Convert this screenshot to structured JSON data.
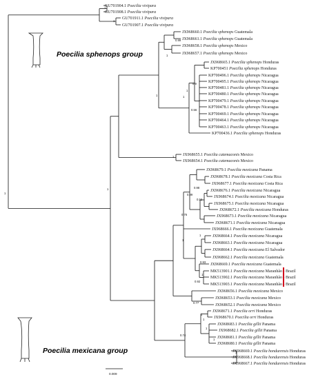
{
  "figure": {
    "group_labels": {
      "sphenops": "Poecilia sphenops group",
      "mexicana": "Poecilia mexicana group"
    },
    "scale_bar_label": "0.009",
    "highlight_color": "#d0021b",
    "line_color": "#111111"
  },
  "taxa": [
    {
      "acc": "GU701904.1",
      "species": "Poecilia vivipara",
      "loc": ""
    },
    {
      "acc": "GU701908.1",
      "species": "Poecilia vivipara",
      "loc": ""
    },
    {
      "acc": "GU701911.1",
      "species": "Poecilia vivipara",
      "loc": ""
    },
    {
      "acc": "GU701907.1",
      "species": "Poecilia vivipara",
      "loc": ""
    },
    {
      "acc": "JX968660.1",
      "species": "Poecilia sphenops",
      "loc": "Guatemala"
    },
    {
      "acc": "JX968661.1",
      "species": "Poecilia sphenops",
      "loc": "Guatemala"
    },
    {
      "acc": "JX968658.1",
      "species": "Poecilia sphenops",
      "loc": "Mexico"
    },
    {
      "acc": "JX968657.1",
      "species": "Poecilia sphenops",
      "loc": "Mexico"
    },
    {
      "acc": "JX968665.1",
      "species": "Poecilia sphenops",
      "loc": "Honduras"
    },
    {
      "acc": "KP700451",
      "species": "Poecilia sphenops",
      "loc": "Honduras"
    },
    {
      "acc": "KP700496.1",
      "species": "Poecilia sphenops",
      "loc": "Nicaragua"
    },
    {
      "acc": "KP700495.1",
      "species": "Poecilia sphenops",
      "loc": "Nicaragua"
    },
    {
      "acc": "KP700481.1",
      "species": "Poecilia sphenops",
      "loc": "Nicaragua"
    },
    {
      "acc": "KP700480.1",
      "species": "Poecilia sphenops",
      "loc": "Nicaragua"
    },
    {
      "acc": "KP700479.1",
      "species": "Poecilia sphenops",
      "loc": "Nicaragua"
    },
    {
      "acc": "KP700478.1",
      "species": "Poecilia sphenops",
      "loc": "Nicaragua"
    },
    {
      "acc": "KP700469.1",
      "species": "Poecilia sphenops",
      "loc": "Nicaragua"
    },
    {
      "acc": "KP700464.1",
      "species": "Poecilia sphenops",
      "loc": "Nicaragua"
    },
    {
      "acc": "KP700463.1",
      "species": "Poecilia sphenops",
      "loc": "Nicaragua"
    },
    {
      "acc": "KP700436.1",
      "species": "Poecilia sphenops",
      "loc": "Honduras"
    },
    {
      "acc": "JX968655.1",
      "species": "Poecilia catemaconis",
      "loc": "Mexico"
    },
    {
      "acc": "JX968654.1",
      "species": "Poecilia catemaconis",
      "loc": "Mexico"
    },
    {
      "acc": "JX968679.1",
      "species": "Poecilia mexicana",
      "loc": "Panama"
    },
    {
      "acc": "JX968678.1",
      "species": "Poecilia mexicana",
      "loc": "Costa Rica"
    },
    {
      "acc": "JX968677.1",
      "species": "Poecilia mexicana",
      "loc": "Costa Rica"
    },
    {
      "acc": "JX968676.1",
      "species": "Poecilia mexicana",
      "loc": "Nicaragua"
    },
    {
      "acc": "JX968674.1",
      "species": "Poecilia mexicana",
      "loc": "Nicaragua"
    },
    {
      "acc": "JX968675.1",
      "species": "Poecilia mexicana",
      "loc": "Nicaragua"
    },
    {
      "acc": "JX968672.1",
      "species": "Poecilia mexicana",
      "loc": "Honduras"
    },
    {
      "acc": "JX968673.1",
      "species": "Poecilia mexicana",
      "loc": "Nicaragua"
    },
    {
      "acc": "JX968671.1",
      "species": "Poecilia mexicana",
      "loc": "Nicaragua"
    },
    {
      "acc": "JX968666.1",
      "species": "Poecilia mexicana",
      "loc": "Guatemala"
    },
    {
      "acc": "JX968664.1",
      "species": "Poecilia mexicana",
      "loc": "Nicaragua"
    },
    {
      "acc": "JX968663.1",
      "species": "Poecilia mexicana",
      "loc": "Nicaragua"
    },
    {
      "acc": "JX968664.1",
      "species": "Poecilia mexicana",
      "loc": "El Salvador"
    },
    {
      "acc": "JX968662.1",
      "species": "Poecilia mexicana",
      "loc": "Guatemala"
    },
    {
      "acc": "JX968669.1",
      "species": "Poecilia mexicana",
      "loc": "Guatemala"
    },
    {
      "acc": "MK513901.1",
      "species": "Poecilia mexicana",
      "loc": "Maranhão - Brazil"
    },
    {
      "acc": "MK513902.1",
      "species": "Poecilia mexicana",
      "loc": "Maranhão - Brazil"
    },
    {
      "acc": "MK513903.1",
      "species": "Poecilia mexicana",
      "loc": "Maranhão - Brazil"
    },
    {
      "acc": "JX968656.1",
      "species": "Poecilia mexicana",
      "loc": "Mexico"
    },
    {
      "acc": "JX968653.1",
      "species": "Poecilia mexicana",
      "loc": "Mexico"
    },
    {
      "acc": "JX968652.1",
      "species": "Poecilia mexicana",
      "loc": "Mexico"
    },
    {
      "acc": "JX968671.1",
      "species": "Poecilia orri",
      "loc": "Honduras"
    },
    {
      "acc": "JX968670.1",
      "species": "Poecilia orri",
      "loc": "Honduras"
    },
    {
      "acc": "JX968683.1",
      "species": "Poecilia gillii",
      "loc": "Panama"
    },
    {
      "acc": "JX968682.1",
      "species": "Poecilia gillii",
      "loc": "Panama"
    },
    {
      "acc": "JX968681.1",
      "species": "Poecilia gillii",
      "loc": "Panama"
    },
    {
      "acc": "JX968680.1",
      "species": "Poecilia gillii",
      "loc": "Panama"
    },
    {
      "acc": "JX968669.1",
      "species": "Poecilia hondurensis",
      "loc": "Honduras"
    },
    {
      "acc": "JX968668.1",
      "species": "Poecilia hondurensis",
      "loc": "Honduras"
    },
    {
      "acc": "JX968667.1",
      "species": "Poecilia hondurensis",
      "loc": "Honduras"
    }
  ],
  "support_values": [
    "1",
    "1",
    "1",
    "0.99",
    "1",
    "0.9",
    "1",
    "0.56",
    "1",
    "1",
    "1",
    "1",
    "0.98",
    "0.99",
    "0.52",
    "0.76",
    "1",
    "1",
    "0.93",
    "1",
    "0.92",
    "0.77",
    "1",
    "1",
    "1",
    "1",
    "0.74",
    "1"
  ]
}
